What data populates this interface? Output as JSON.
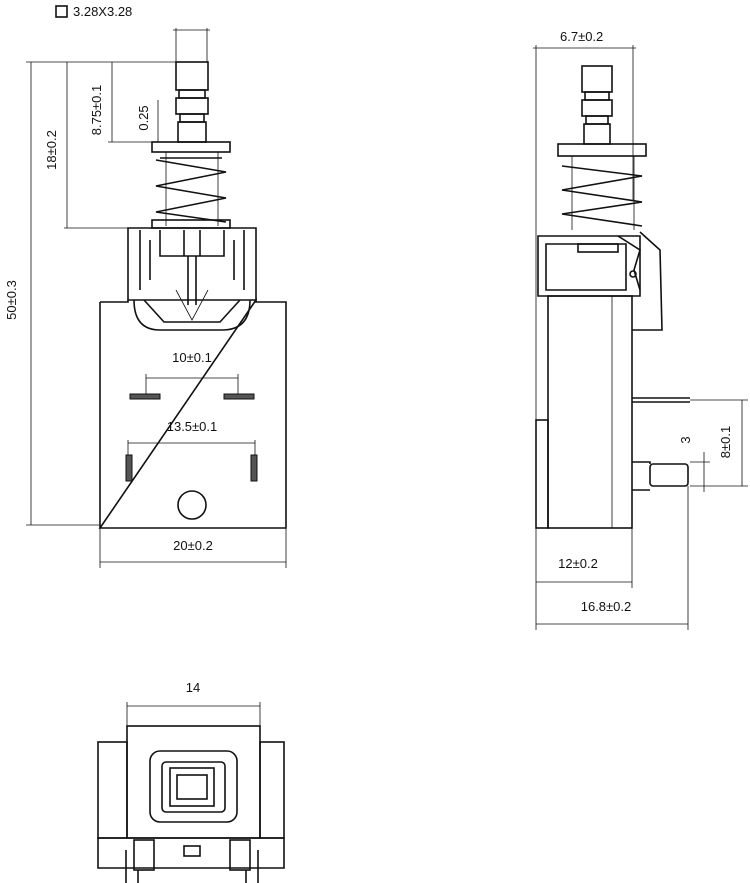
{
  "front_view": {
    "pin_size": "3.28X3.28",
    "dim_height_total": "50±0.3",
    "dim_height_top": "18±0.2",
    "dim_stroke": "8.75±0.1",
    "dim_gap": "0.25",
    "dim_pad_spacing_inner": "10±0.1",
    "dim_pad_spacing_outer": "13.5±0.1",
    "dim_width": "20±0.2"
  },
  "side_view": {
    "dim_cap_width": "6.7±0.2",
    "dim_body_width": "12±0.2",
    "dim_total_width": "16.8±0.2",
    "dim_pin_height": "8±0.1",
    "dim_pin_offset": "3"
  },
  "bottom_view": {
    "dim_width": "14"
  }
}
